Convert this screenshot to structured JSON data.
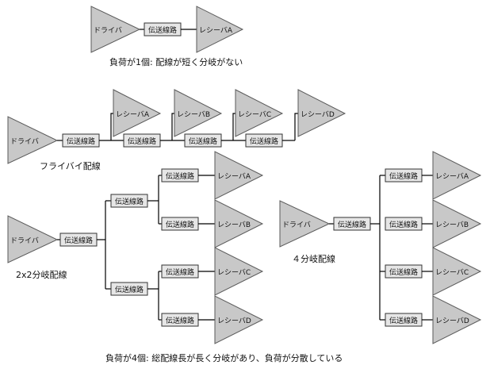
{
  "labels": {
    "driver": "ドライバ",
    "line": "伝送線路",
    "receiver_a": "レシーバA",
    "receiver_b": "レシーバB",
    "receiver_c": "レシーバC",
    "receiver_d": "レシーバD"
  },
  "captions": {
    "single": "負荷が1個:  配線が短く分岐がない",
    "flyby": "フライバイ配線",
    "tree2x2": "2x2分岐配線",
    "star4": "４分岐配線",
    "multi": "負荷が4個:  総配線長が長く分岐があり、負荷が分散している"
  },
  "colors": {
    "triangle_fill": "#c8c8c8",
    "box_fill": "#e6e6e6",
    "wire": "#000000"
  }
}
